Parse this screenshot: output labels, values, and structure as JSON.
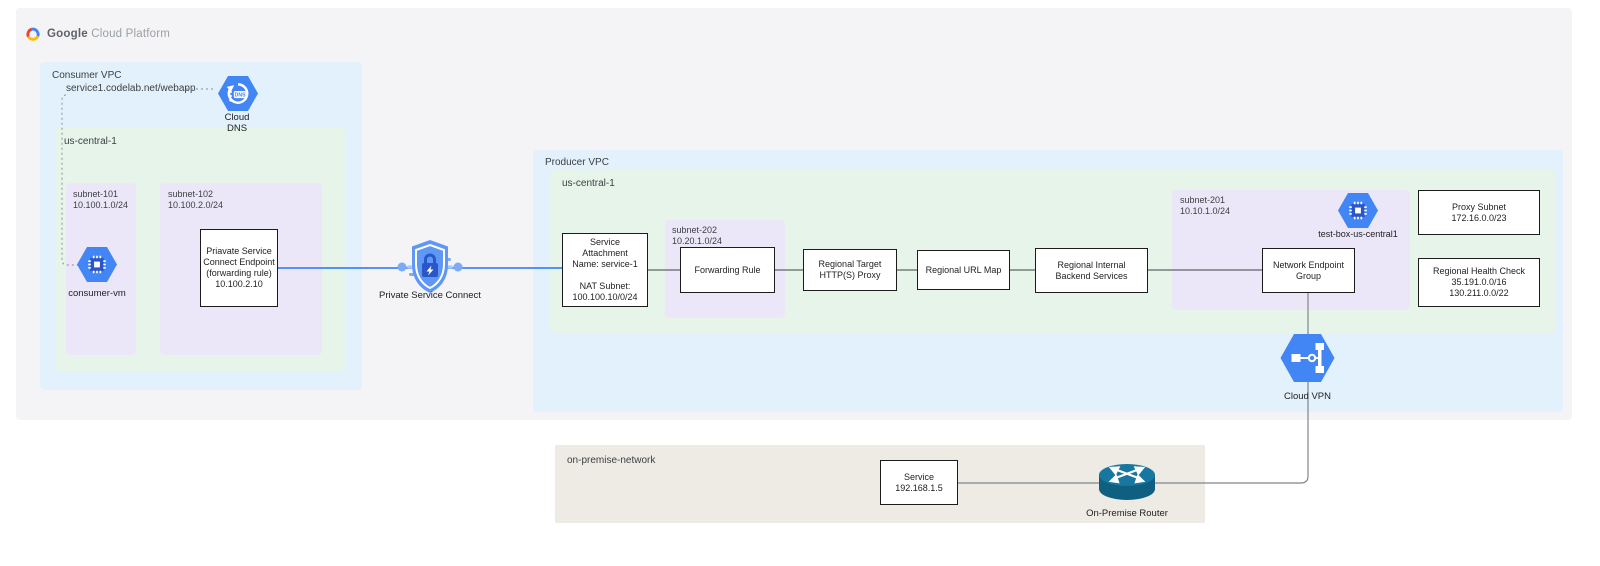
{
  "brand": {
    "name_primary": "Google",
    "name_secondary": "Cloud Platform"
  },
  "consumer_vpc": {
    "title": "Consumer VPC",
    "dns_record": "service1.codelab.net/webapp",
    "cloud_dns": {
      "label": "Cloud\nDNS"
    },
    "region": {
      "title": "us-central-1",
      "subnet_101": {
        "name": "subnet-101",
        "cidr": "10.100.1.0/24",
        "vm": {
          "label": "consumer-vm"
        }
      },
      "subnet_102": {
        "name": "subnet-102",
        "cidr": "10.100.2.0/24",
        "endpoint": {
          "text": "Priavate Service\nConnect Endpoint\n(forwarding rule)\n10.100.2.10"
        }
      }
    }
  },
  "private_service_connect": {
    "label": "Private Service Connect"
  },
  "producer_vpc": {
    "title": "Producer VPC",
    "region": {
      "title": "us-central-1",
      "service_attachment": {
        "text": "Service\nAttachment\nName: service-1\n\nNAT Subnet:\n100.100.10/0/24"
      },
      "subnet_202": {
        "name": "subnet-202",
        "cidr": "10.20.1.0/24",
        "forwarding_rule": {
          "label": "Forwarding Rule"
        }
      },
      "target_proxy": {
        "label": "Regional Target\nHTTP(S) Proxy"
      },
      "url_map": {
        "label": "Regional URL Map"
      },
      "backend_services": {
        "label": "Regional Internal\nBackend Services"
      },
      "subnet_201": {
        "name": "subnet-201",
        "cidr": "10.10.1.0/24",
        "neg": {
          "label": "Network Endpoint\nGroup"
        },
        "vm": {
          "label": "test-box-us-central1"
        }
      },
      "proxy_subnet": {
        "text": "Proxy Subnet\n172.16.0.0/23"
      },
      "health_check": {
        "text": "Regional Health Check\n35.191.0.0/16\n130.211.0.0/22"
      }
    },
    "cloud_vpn": {
      "label": "Cloud VPN"
    }
  },
  "on_premise": {
    "title": "on-premise-network",
    "service": {
      "text": "Service\n192.168.1.5"
    },
    "router": {
      "label": "On-Premise Router"
    }
  },
  "colors": {
    "vpc_blue": "#e3f1fc",
    "region_green": "#e6f4ea",
    "subnet_purple": "#ece7f8",
    "onprem_gray": "#eeeae4",
    "panel_gray": "#f4f4f6",
    "icon_blue": "#4285f4",
    "line_blue": "#4285f4",
    "line_gray": "#5f6368",
    "router_teal": "#17779e"
  }
}
